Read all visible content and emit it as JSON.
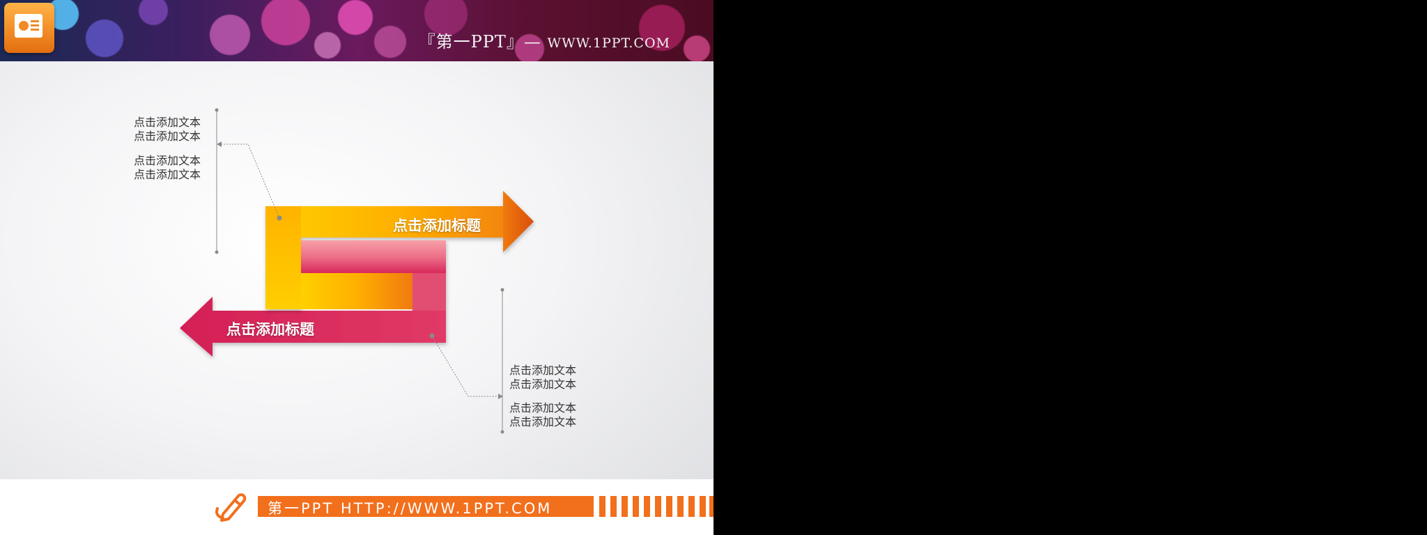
{
  "header": {
    "title": "『第一PPT』—",
    "site": "WWW.1PPT.COM",
    "logo": "presentation-icon"
  },
  "diagram": {
    "top_arrow": {
      "title": "点击添加标题",
      "color": "#f39a1a"
    },
    "bottom_arrow": {
      "title": "点击添加标题",
      "color": "#d9285a"
    },
    "callout_top_left": [
      "点击添加文本",
      "点击添加文本",
      "点击添加文本",
      "点击添加文本"
    ],
    "callout_bottom_right": [
      "点击添加文本",
      "点击添加文本",
      "点击添加文本",
      "点击添加文本"
    ]
  },
  "footer": {
    "text": "第一PPT HTTP://WWW.1PPT.COM",
    "accent": "#f26f1c",
    "icon": "pencil-icon"
  }
}
